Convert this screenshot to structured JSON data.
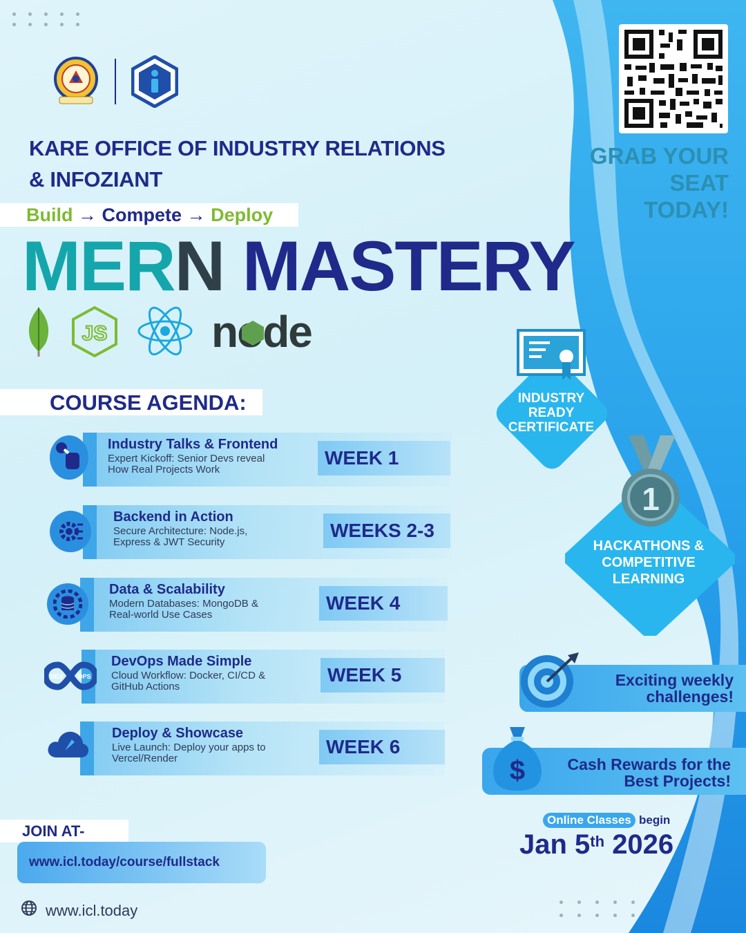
{
  "header": {
    "org_line1": "KARE OFFICE OF INDUSTRY RELATIONS",
    "org_line2": "& INFOZIANT"
  },
  "tagline": {
    "build": "Build",
    "arrow": "→",
    "compete": "Compete",
    "deploy": "Deploy"
  },
  "title": {
    "part_teal": "MER",
    "part_dark": "N",
    "part_navy": "MASTERY"
  },
  "tech_icons": [
    "mongodb-leaf-icon",
    "javascript-icon",
    "react-icon",
    "node-icon"
  ],
  "node_logo_text": "node",
  "qr": {
    "cta_line1": "GRAB YOUR",
    "cta_line2": "SEAT",
    "cta_line3": "TODAY!"
  },
  "agenda": {
    "heading": "COURSE AGENDA:",
    "items": [
      {
        "title": "Industry Talks & Frontend",
        "desc1": "Expert Kickoff: Senior Devs reveal",
        "desc2": "How Real Projects Work",
        "week": "WEEK 1",
        "icon": "microphone-fist-icon"
      },
      {
        "title": "Backend in Action",
        "desc1": "Secure Architecture: Node.js,",
        "desc2": "Express & JWT Security",
        "week": "WEEKS 2-3",
        "icon": "gear-circuit-icon"
      },
      {
        "title": "Data & Scalability",
        "desc1": "Modern Databases: MongoDB &",
        "desc2": "Real-world Use Cases",
        "week": "WEEK 4",
        "icon": "database-gear-icon"
      },
      {
        "title": "DevOps Made Simple",
        "desc1": "Cloud Workflow: Docker, CI/CD &",
        "desc2": "GitHub Actions",
        "week": "WEEK 5",
        "icon": "devops-infinity-icon"
      },
      {
        "title": "Deploy & Showcase",
        "desc1": "Live Launch: Deploy your apps to",
        "desc2": "Vercel/Render",
        "week": "WEEK 6",
        "icon": "cloud-rocket-icon"
      }
    ]
  },
  "perks": {
    "certificate_line1": "INDUSTRY",
    "certificate_line2": "READY",
    "certificate_line3": "CERTIFICATE",
    "hackathon_line1": "HACKATHONS &",
    "hackathon_line2": "COMPETITIVE",
    "hackathon_line3": "LEARNING",
    "medal_number": "1",
    "challenges_line1": "Exciting weekly",
    "challenges_line2": "challenges!",
    "cash_line1": "Cash Rewards for the",
    "cash_line2": "Best Projects!",
    "dollar": "$"
  },
  "schedule": {
    "pill": "Online Classes",
    "begin": "begin",
    "date_main": "Jan 5",
    "date_sup": "th",
    "date_year": "2026"
  },
  "join": {
    "label": "JOIN AT-",
    "url": "www.icl.today/course/fullstack",
    "site": "www.icl.today"
  },
  "colors": {
    "navy": "#1f2a8a",
    "teal": "#15a6ac",
    "accent_blue": "#3aa6ec",
    "green": "#7dbb32"
  }
}
